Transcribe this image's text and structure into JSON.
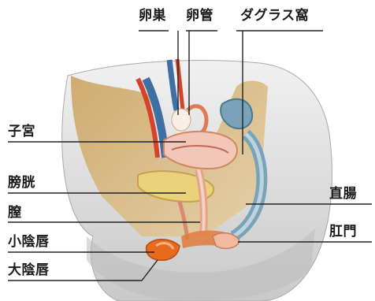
{
  "labels": {
    "ovary": "卵巣",
    "fallopian_tube": "卵管",
    "douglas_pouch": "ダグラス窩",
    "uterus": "子宮",
    "bladder": "膀胱",
    "vagina": "膣",
    "labia_minora": "小陰唇",
    "labia_majora": "大陰唇",
    "rectum": "直腸",
    "anus": "肛門"
  },
  "colors": {
    "skin_light": "#e9e9e9",
    "skin_shadow": "#b9b9b9",
    "tissue": "#e8c39a",
    "uterus_pink": "#f3c7b8",
    "muscle_orange": "#e27a3b",
    "vulva_orange": "#e86a1e",
    "vessel_blue": "#3f6fa3",
    "line": "#222222"
  }
}
